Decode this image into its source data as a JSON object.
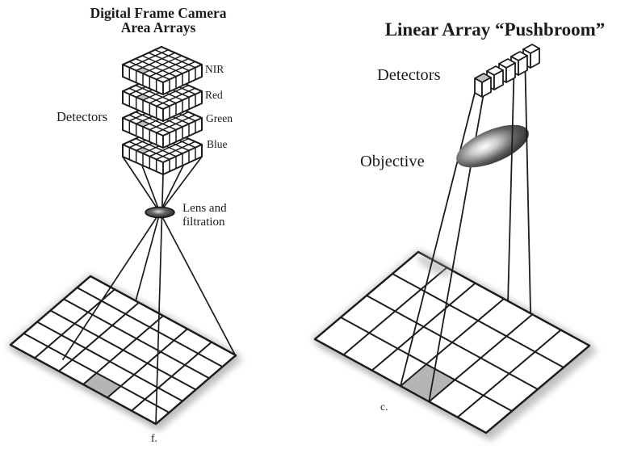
{
  "left_panel": {
    "title_line1": "Digital Frame Camera",
    "title_line2": "Area Arrays",
    "detectors_label": "Detectors",
    "band_labels": [
      "NIR",
      "Red",
      "Green",
      "Blue"
    ],
    "lens_label_line1": "Lens and",
    "lens_label_line2": "filtration",
    "figure_letter": "f."
  },
  "right_panel": {
    "title": "Linear Array “Pushbroom”",
    "detectors_label": "Detectors",
    "objective_label": "Objective",
    "figure_letter": "c."
  },
  "colors": {
    "ink": "#1c1c1c",
    "shaded_cell": "#b5b5b5",
    "cube_highlight_cell": "#c0c0c0",
    "shadow": "#9a9a9a",
    "background": "#ffffff"
  },
  "structure": {
    "left_detector_arrays": 4,
    "left_array_grid_cols": 6,
    "left_array_grid_rows": 6,
    "left_ground_grid_cols": 6,
    "left_ground_grid_rows": 6,
    "right_linear_detector_cubes": 5,
    "right_ground_grid_cols": 6,
    "right_ground_grid_rows": 4
  }
}
